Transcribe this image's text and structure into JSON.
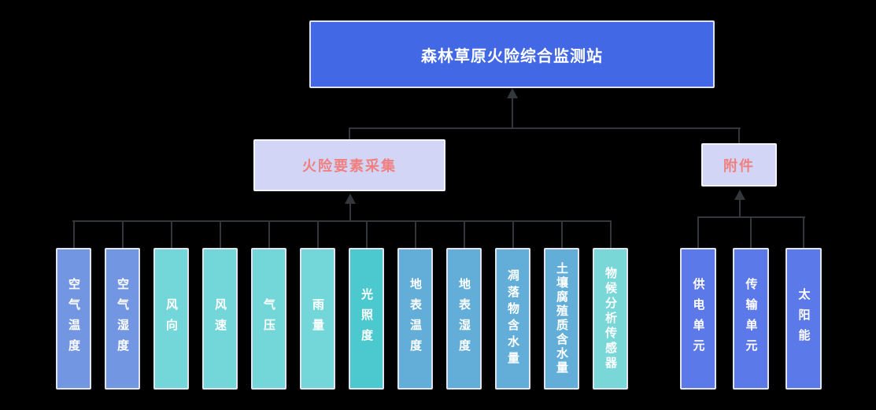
{
  "diagram": {
    "colors": {
      "background": "#000000",
      "line": "#33363a",
      "root_bg": "#4368e5",
      "root_text": "#ffffff",
      "group_bg": "#d2d5f6",
      "group_text": "#f08080",
      "leaf_text": "#ffffff"
    },
    "root": {
      "label": "森林草原火险综合监测站"
    },
    "groups": [
      {
        "label": "火险要素采集"
      },
      {
        "label": "附件"
      }
    ],
    "sensors": [
      {
        "label": "空气温度",
        "color": "#7396e2"
      },
      {
        "label": "空气湿度",
        "color": "#7396e2"
      },
      {
        "label": "风向",
        "color": "#73d6d8"
      },
      {
        "label": "风速",
        "color": "#73d6d8"
      },
      {
        "label": "气压",
        "color": "#73d6d8"
      },
      {
        "label": "雨量",
        "color": "#73d6d8"
      },
      {
        "label": "光照度",
        "color": "#4cc9ce"
      },
      {
        "label": "地表温度",
        "color": "#62aed8"
      },
      {
        "label": "地表湿度",
        "color": "#62aed8"
      },
      {
        "label": "凋落物含水量",
        "color": "#62aed8"
      },
      {
        "label": "土壤腐殖质含水量",
        "color": "#62aed8"
      },
      {
        "label": "物候分析传感器",
        "color": "#79d7d8"
      }
    ],
    "accessories": [
      {
        "label": "供电单元",
        "color": "#5b79e8"
      },
      {
        "label": "传输单元",
        "color": "#5b79e8"
      },
      {
        "label": "太阳能",
        "color": "#5b79e8"
      }
    ]
  }
}
